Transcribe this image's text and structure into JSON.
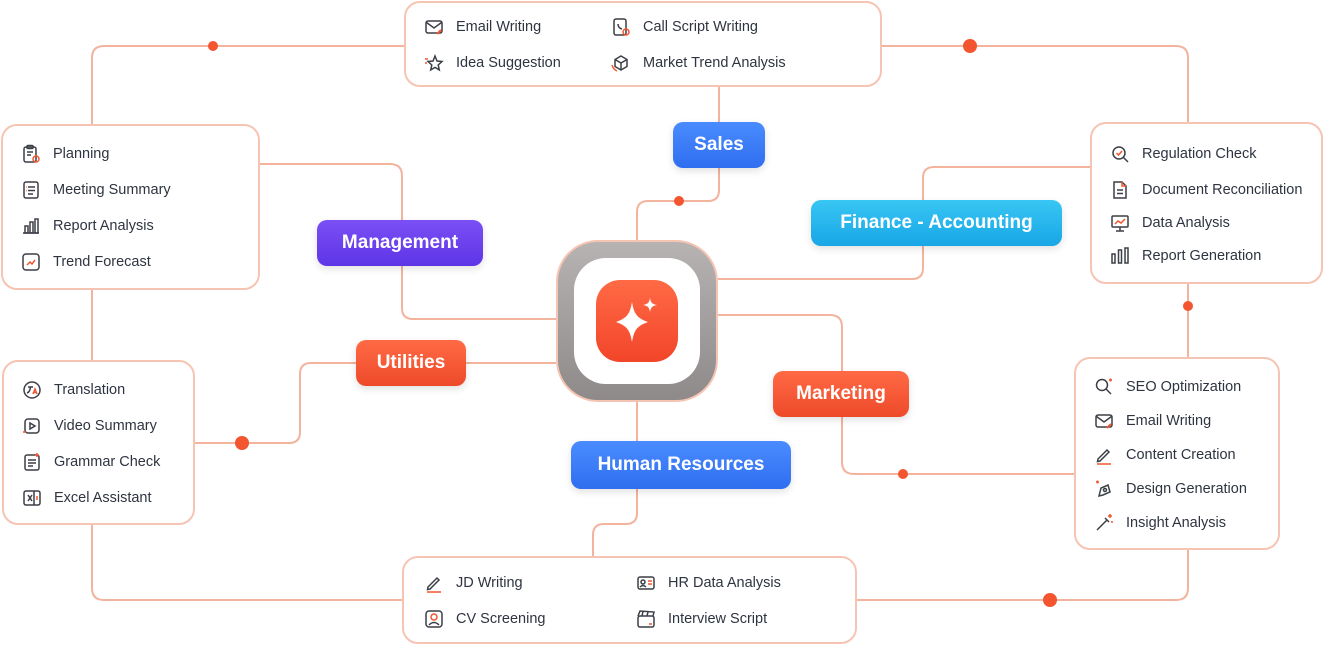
{
  "colors": {
    "connector": "#f3b39d",
    "dot": "#f2552f",
    "management": "#6a3ff0",
    "sales": "#3b7cf6",
    "finance": "#22b4ec",
    "utilities": "#f2552f",
    "marketing": "#f2552f",
    "hr": "#3b7cf6",
    "hub": "#f2452a",
    "icon": "#3b3f46",
    "icon_accent": "#f2552f"
  },
  "categories": {
    "sales": "Sales",
    "management": "Management",
    "finance": "Finance - Accounting",
    "utilities": "Utilities",
    "marketing": "Marketing",
    "hr": "Human Resources"
  },
  "sales_items": [
    {
      "label": "Email Writing",
      "icon": "mail-icon"
    },
    {
      "label": "Call Script Writing",
      "icon": "phone-script-icon"
    },
    {
      "label": "Idea Suggestion",
      "icon": "star-icon"
    },
    {
      "label": "Market Trend Analysis",
      "icon": "cube-icon"
    }
  ],
  "management_items": [
    {
      "label": "Planning",
      "icon": "clipboard-icon"
    },
    {
      "label": "Meeting Summary",
      "icon": "list-doc-icon"
    },
    {
      "label": "Report Analysis",
      "icon": "bar-chart-icon"
    },
    {
      "label": "Trend Forecast",
      "icon": "trend-icon"
    }
  ],
  "finance_items": [
    {
      "label": "Regulation Check",
      "icon": "search-check-icon"
    },
    {
      "label": "Document Reconciliation",
      "icon": "document-icon"
    },
    {
      "label": "Data Analysis",
      "icon": "presentation-icon"
    },
    {
      "label": "Report Generation",
      "icon": "bars-icon"
    }
  ],
  "utilities_items": [
    {
      "label": "Translation",
      "icon": "translate-icon"
    },
    {
      "label": "Video Summary",
      "icon": "video-icon"
    },
    {
      "label": "Grammar Check",
      "icon": "grammar-icon"
    },
    {
      "label": "Excel Assistant",
      "icon": "excel-icon"
    }
  ],
  "marketing_items": [
    {
      "label": "SEO Optimization",
      "icon": "seo-icon"
    },
    {
      "label": "Email Writing",
      "icon": "mail-icon"
    },
    {
      "label": "Content Creation",
      "icon": "pen-icon"
    },
    {
      "label": "Design Generation",
      "icon": "design-icon"
    },
    {
      "label": "Insight Analysis",
      "icon": "wand-icon"
    }
  ],
  "hr_items": [
    {
      "label": "JD Writing",
      "icon": "pen-icon"
    },
    {
      "label": "HR Data Analysis",
      "icon": "id-card-icon"
    },
    {
      "label": "CV Screening",
      "icon": "user-icon"
    },
    {
      "label": "Interview Script",
      "icon": "clapper-icon"
    }
  ]
}
